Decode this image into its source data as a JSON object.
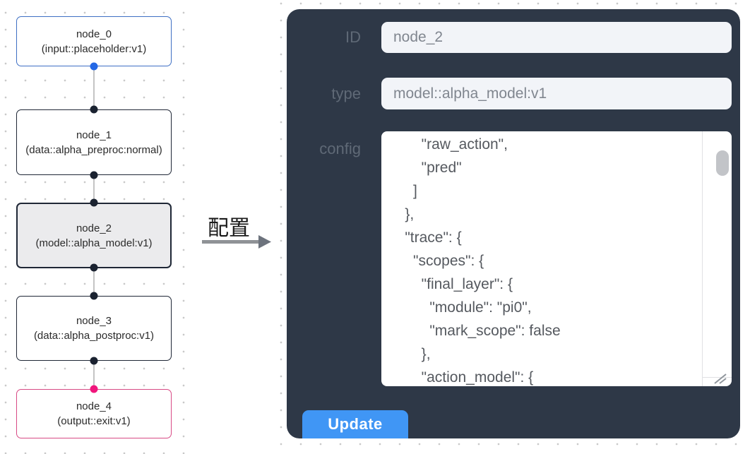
{
  "canvas": {
    "nodes": [
      {
        "name": "node_0",
        "type_label": "(input::placeholder:v1)",
        "variant": "input"
      },
      {
        "name": "node_1",
        "type_label": "(data::alpha_preproc:normal)",
        "variant": "default"
      },
      {
        "name": "node_2",
        "type_label": "(model::alpha_model:v1)",
        "variant": "selected"
      },
      {
        "name": "node_3",
        "type_label": "(data::alpha_postproc:v1)",
        "variant": "default"
      },
      {
        "name": "node_4",
        "type_label": "(output::exit:v1)",
        "variant": "output"
      }
    ],
    "colors": {
      "input_node_border": "#3e6fc4",
      "default_node_border": "#1f2736",
      "output_node_border": "#d84a85",
      "selected_node_bg": "#ebebed",
      "input_port": "#2468e5",
      "default_port": "#1a2230",
      "output_port": "#f0167c",
      "edge": "#c4c4c4"
    }
  },
  "transition": {
    "label": "配置"
  },
  "inspector": {
    "panel_color": "#2e3847",
    "fields": [
      {
        "label": "ID",
        "value": "node_2"
      },
      {
        "label": "type",
        "value": "model::alpha_model:v1"
      }
    ],
    "config": {
      "label": "config",
      "visible_text": "        \"raw_action\",\n        \"pred\"\n      ]\n    },\n    \"trace\": {\n      \"scopes\": {\n        \"final_layer\": {\n          \"module\": \"pi0\",\n          \"mark_scope\": false\n        },\n        \"action_model\": {"
    },
    "update_button": {
      "label": "Update",
      "color": "#4096f5"
    }
  }
}
